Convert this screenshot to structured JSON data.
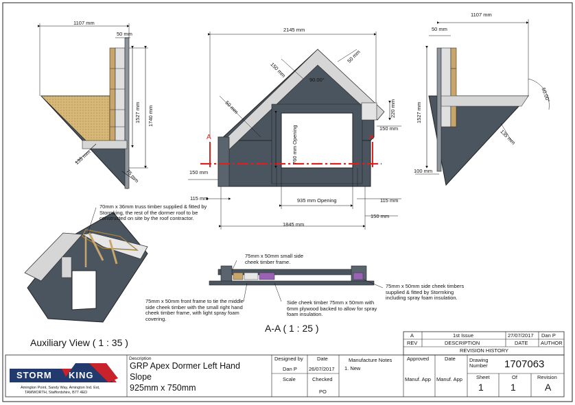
{
  "views": {
    "left": {
      "width": "1107 mm",
      "top_offset": "50 mm",
      "height_inner": "1527 mm",
      "height_outer": "1740 mm",
      "diag": "135 mm",
      "small": "75 mm"
    },
    "front": {
      "width": "2145 mm",
      "roof_left": "150 mm",
      "roof_right": "50 mm",
      "angle": "90.00°",
      "side_left": "50 mm",
      "opening_h": "760 mm Opening",
      "dim_220": "220 mm",
      "dim_150_r": "150 mm",
      "dim_150_l": "150 mm",
      "dim_115_l": "115 mm",
      "opening_w": "935 mm Opening",
      "dim_115_r": "115 mm",
      "dim_150_b": "150 mm",
      "base": "1845 mm",
      "section_mark": "A"
    },
    "right": {
      "width": "1107 mm",
      "top_offset": "50 mm",
      "height": "1527 mm",
      "angle": "50.00°",
      "diag": "135 mm",
      "bottom": "100 mm"
    }
  },
  "notes": {
    "truss": "70mm x 36mm truss timber supplied & fitted by Stormking, the rest of the dormer roof to be constructed on site by the roof contractor.",
    "small_side": "75mm x 50mm small side cheek timber frame.",
    "front_frame": "75mm x 50mm front frame to tie the middle side cheek timber with the small right hand cheek timber frame, with light spray foam covering.",
    "side_cheek": "Side cheek timber 75mm x 50mm with 6mm plywood backed to allow for spray foam insulation.",
    "side_cheek_timbers": "75mm x 50mm side cheek timbers supplied & fitted by Stormking including spray foam insulation."
  },
  "labels": {
    "aux": "Auxiliary View ( 1 : 35 )",
    "section": "A-A ( 1 : 25 )"
  },
  "revision": {
    "row": {
      "rev": "A",
      "desc": "1st Issue",
      "date": "27/07/2017",
      "author": "Dan P"
    },
    "headers": {
      "rev": "REV",
      "desc": "DESCRIPTION",
      "date": "DATE",
      "author": "AUTHOR"
    },
    "title": "REVISION HISTORY"
  },
  "title_block": {
    "logo_left": "STORM",
    "logo_right": "KING",
    "address_1": "Amington Point, Sandy Way, Amington Ind. Est,",
    "address_2": "TAMWORTH, Staffordshire, B77 4ED",
    "desc_label": "Description",
    "desc_1": "GRP Apex Dormer Left Hand",
    "desc_2": "Slope",
    "desc_3": "925mm x 750mm",
    "designed_by_label": "Designed by",
    "designed_by": "Dan P",
    "date_label": "Date",
    "date": "26/07/2017",
    "scale_label": "Scale",
    "checked_label": "Checked",
    "checked": "PO",
    "mfg_notes_label": "Manufacture Notes",
    "mfg_note": "1. New",
    "approved_label": "Approved",
    "date2_label": "Date",
    "manuf_app_1": "Manuf. App",
    "manuf_app_2": "Manuf. App",
    "drawing_number_label": "Drawing Number",
    "drawing_number": "1707063",
    "sheet_label": "Sheet",
    "sheet": "1",
    "of_label": "Of",
    "of": "1",
    "revision_label": "Revision",
    "revision": "A"
  },
  "colors": {
    "panel": "#4a5560",
    "roof": "#d6d6d6",
    "timber": "#c8a56a",
    "section": "#e0201c",
    "logo_blue": "#233a6e",
    "logo_red": "#c8232a"
  }
}
